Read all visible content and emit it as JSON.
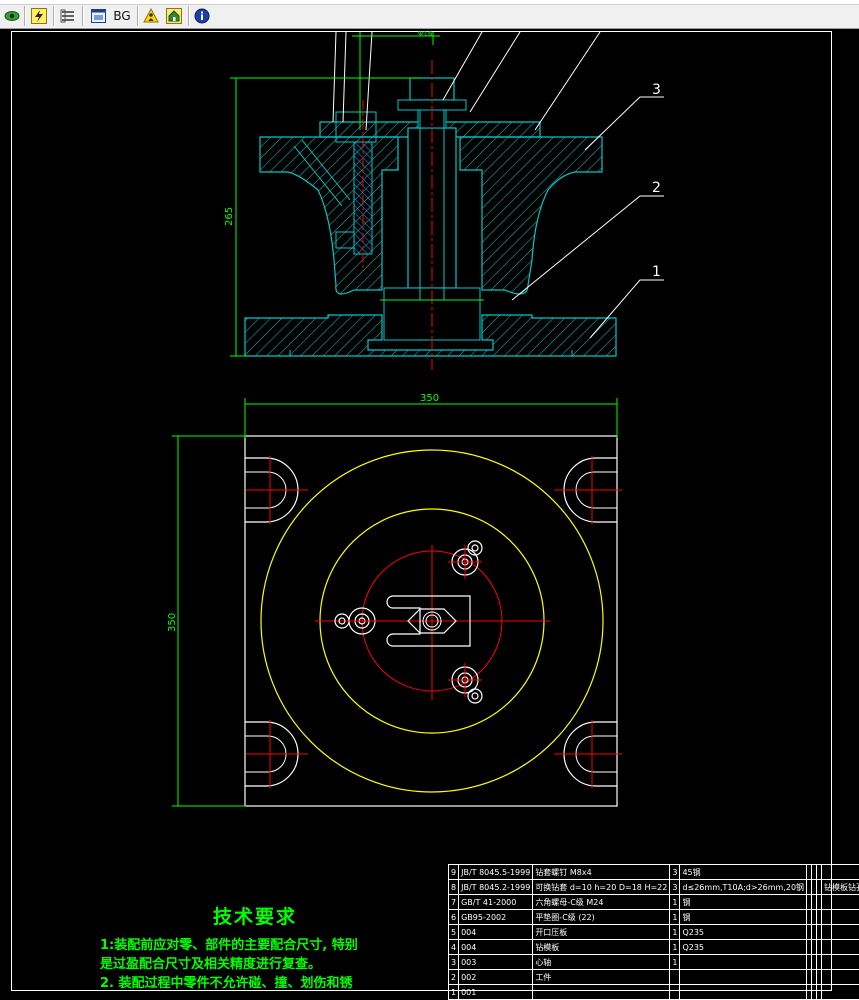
{
  "toolbar": {
    "buttons": [
      {
        "name": "eye-icon"
      },
      {
        "name": "lightning-icon"
      },
      {
        "name": "layers-icon"
      },
      {
        "name": "window-icon"
      },
      {
        "name": "bg-text-icon",
        "label": "BG"
      },
      {
        "name": "warning-person-icon"
      },
      {
        "name": "home-icon"
      },
      {
        "name": "info-icon"
      }
    ]
  },
  "drawing": {
    "dim_height": "265",
    "dim_width": "350",
    "dim_height_plan": "350",
    "dim_small": "Ψ16",
    "balloons": [
      "3",
      "2",
      "1"
    ],
    "line_color": "#00c8c8",
    "hatch_color": "#00c8c8",
    "dim_color": "#00ff00",
    "center_color": "#ff0000",
    "circle_color": "#ffff00"
  },
  "tech": {
    "title": "技术要求",
    "lines": [
      "1:装配前应对零、部件的主要配合尺寸, 特别",
      "是过盈配合尺寸及相关精度进行复查。",
      "2. 装配过程中零件不允许碰、撞、划伤和锈"
    ]
  },
  "bom": {
    "rows": [
      [
        "9",
        "JB/T 8045.5-1999",
        "钻套螺钉 M8x4",
        "3",
        "45钢",
        "",
        "",
        "",
        "",
        ""
      ],
      [
        "8",
        "JB/T 8045.2-1999",
        "可换钻套 d=10 h=20 D=18 H=22",
        "3",
        "d≤26mm,T10A;d>26mm,20钢",
        "",
        "",
        "",
        "钻模板钻孔时 B 级",
        ""
      ],
      [
        "7",
        "GB/T 41-2000",
        "六角螺母-C级 M24",
        "1",
        "钢",
        "",
        "",
        "",
        "",
        ""
      ],
      [
        "6",
        "GB95-2002",
        "平垫圈-C级 (22)",
        "1",
        "钢",
        "",
        "",
        "",
        "",
        ""
      ],
      [
        "5",
        "004",
        "开口压板",
        "1",
        "Q235",
        "",
        "",
        "",
        "",
        ""
      ],
      [
        "4",
        "004",
        "钻模板",
        "1",
        "Q235",
        "",
        "",
        "",
        "",
        ""
      ],
      [
        "3",
        "003",
        "心轴",
        "1",
        "",
        "",
        "",
        "",
        "",
        ""
      ],
      [
        "2",
        "002",
        "工件",
        "",
        "",
        "",
        "",
        "",
        "",
        ""
      ],
      [
        "1",
        "001",
        "",
        "",
        "",
        "",
        "",
        "",
        "",
        ""
      ]
    ]
  }
}
